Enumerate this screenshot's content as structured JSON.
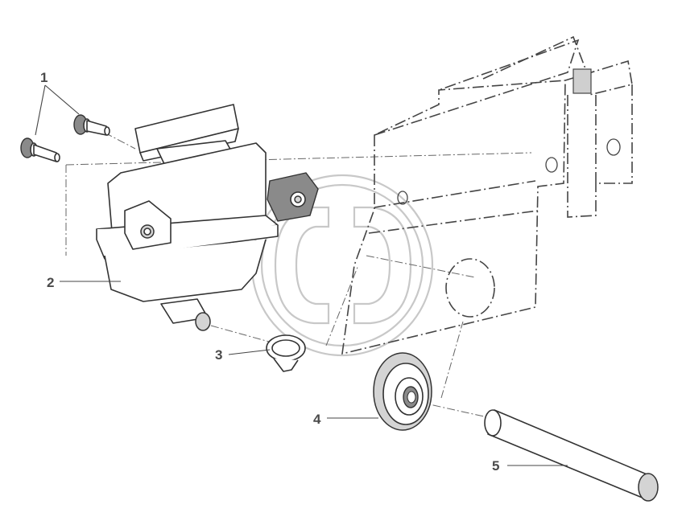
{
  "callouts": [
    {
      "id": "1",
      "label": "1"
    },
    {
      "id": "2",
      "label": "2"
    },
    {
      "id": "3",
      "label": "3"
    },
    {
      "id": "4",
      "label": "4"
    },
    {
      "id": "5",
      "label": "5"
    }
  ],
  "colors": {
    "line": "#333333",
    "shade": "#d4d4d4",
    "watermark": "#c8c8c8",
    "label": "#4a4a4a"
  }
}
